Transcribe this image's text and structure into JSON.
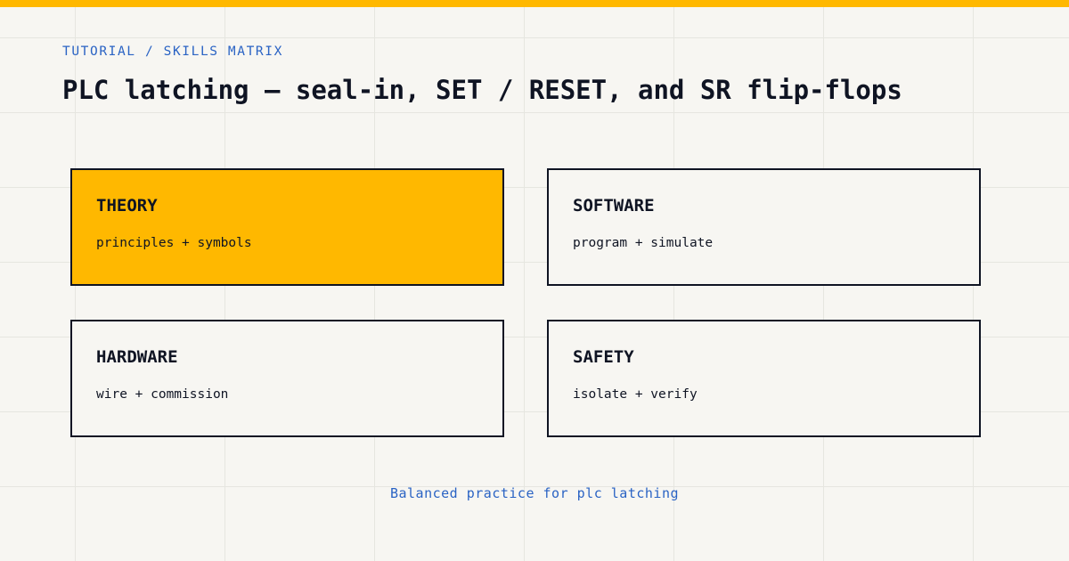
{
  "header": {
    "breadcrumb": "TUTORIAL / SKILLS MATRIX",
    "title": "PLC latching — seal-in, SET / RESET, and SR flip-flops"
  },
  "cards": [
    {
      "title": "THEORY",
      "description": "principles + symbols",
      "highlighted": true
    },
    {
      "title": "SOFTWARE",
      "description": "program + simulate",
      "highlighted": false
    },
    {
      "title": "HARDWARE",
      "description": "wire + commission",
      "highlighted": false
    },
    {
      "title": "SAFETY",
      "description": "isolate + verify",
      "highlighted": false
    }
  ],
  "footer": {
    "note": "Balanced practice for plc latching"
  },
  "colors": {
    "accent": "#ffb800",
    "ink": "#0f1423",
    "link_blue": "#2a63c4",
    "background": "#f7f6f2"
  }
}
